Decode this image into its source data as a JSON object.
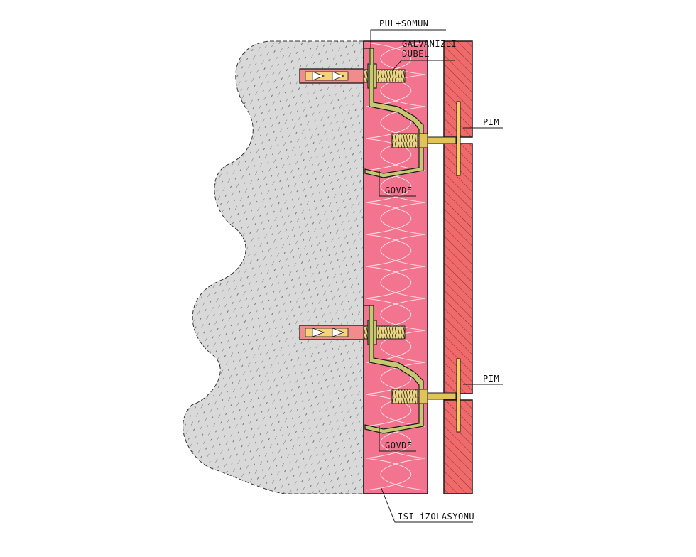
{
  "labels": {
    "pul_somun": "PUL+SOMUN",
    "galvanizli_line1": "GALVANIZLI",
    "galvanizli_line2": "DUBEL",
    "pim_top": "PIM",
    "pim_bottom": "PIM",
    "govde_top": "GOVDE",
    "govde_bottom": "GOVDE",
    "isi_izolasyonu": "ISI iZOLASYONU"
  },
  "colors": {
    "concrete": "#d9d9d9",
    "insulation": "#f2748f",
    "cladding": "#ef6a6a",
    "metal": "#c8c870",
    "brass": "#e2c35a",
    "line": "#1a1a1a"
  }
}
